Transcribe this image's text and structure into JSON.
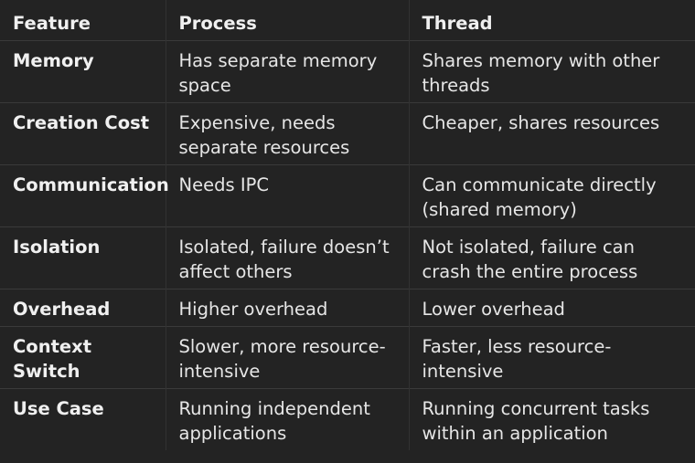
{
  "table": {
    "headers": [
      "Feature",
      "Process",
      "Thread"
    ],
    "rows": [
      {
        "feature": "Memory",
        "process": "Has separate memory space",
        "thread": "Shares memory with other threads"
      },
      {
        "feature": "Creation Cost",
        "process": "Expensive, needs separate resources",
        "thread": "Cheaper, shares resources"
      },
      {
        "feature": "Communication",
        "process": "Needs IPC",
        "thread": "Can communicate directly (shared memory)"
      },
      {
        "feature": "Isolation",
        "process": "Isolated, failure doesn’t affect others",
        "thread": "Not isolated, failure can crash the entire process"
      },
      {
        "feature": "Overhead",
        "process": "Higher overhead",
        "thread": "Lower overhead"
      },
      {
        "feature": "Context Switch",
        "process": "Slower, more resource-intensive",
        "thread": "Faster, less resource-intensive"
      },
      {
        "feature": "Use Case",
        "process": "Running independent applications",
        "thread": "Running concurrent tasks within an application"
      }
    ]
  }
}
